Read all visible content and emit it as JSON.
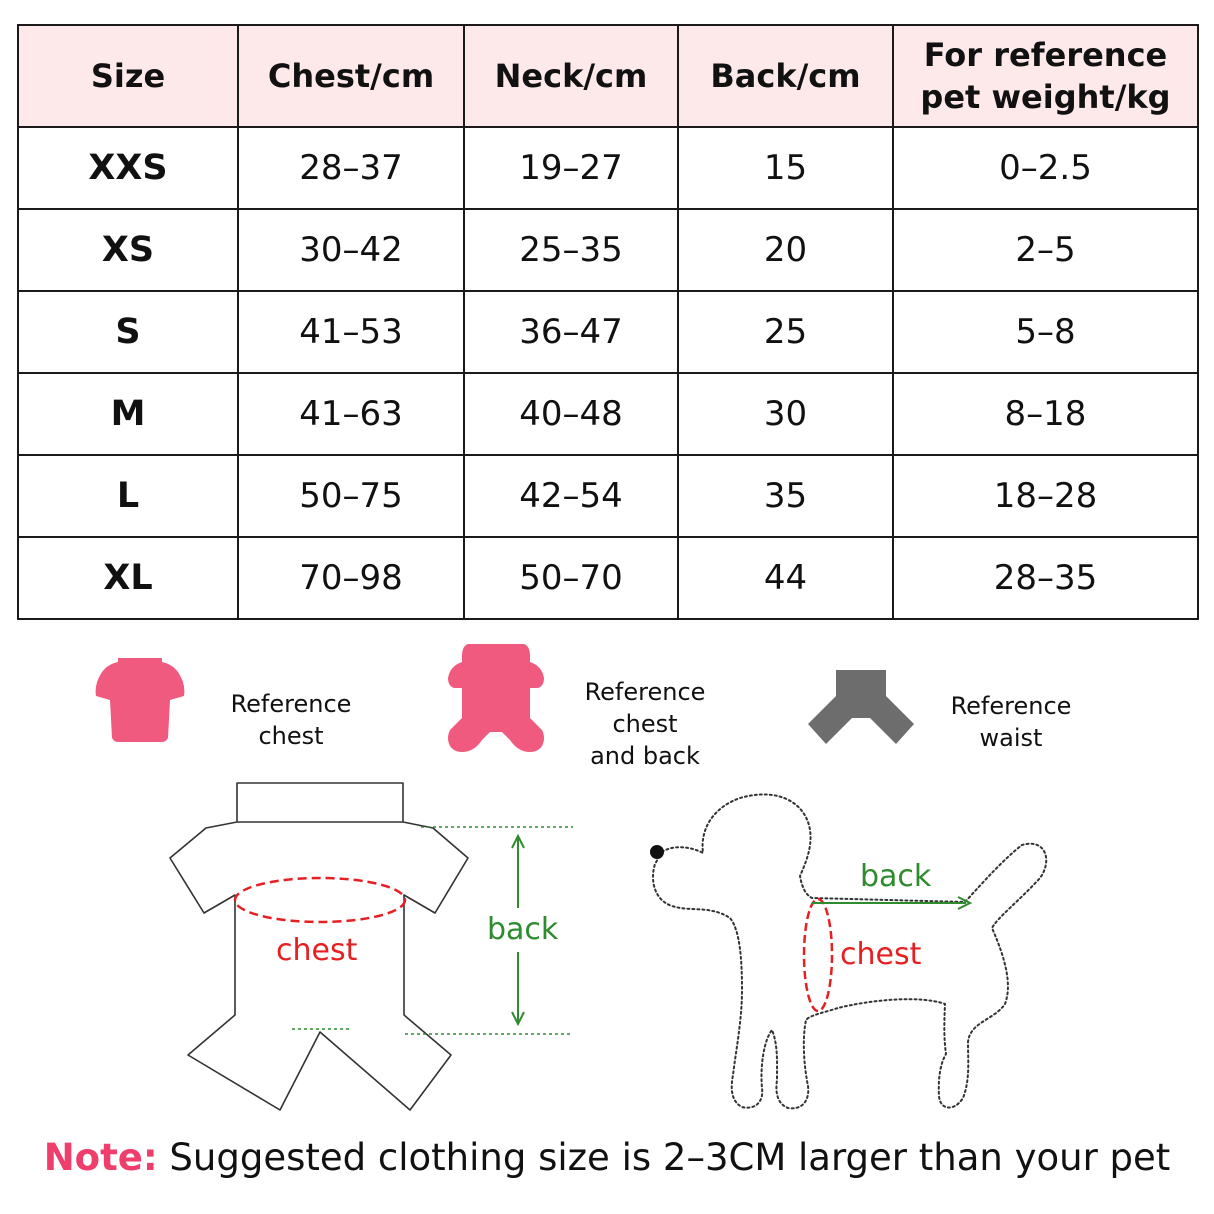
{
  "table": {
    "headers": [
      "Size",
      "Chest/cm",
      "Neck/cm",
      "Back/cm",
      "For reference pet weight/kg"
    ],
    "header_weight_lines": [
      "For reference",
      "pet weight/kg"
    ],
    "rows": [
      [
        "XXS",
        "28–37",
        "19–27",
        "15",
        "0–2.5"
      ],
      [
        "XS",
        "30–42",
        "25–35",
        "20",
        "2–5"
      ],
      [
        "S",
        "41–53",
        "36–47",
        "25",
        "5–8"
      ],
      [
        "M",
        "41–63",
        "40–48",
        "30",
        "8–18"
      ],
      [
        "L",
        "50–75",
        "42–54",
        "35",
        "18–28"
      ],
      [
        "XL",
        "70–98",
        "50–70",
        "44",
        "28–35"
      ]
    ]
  },
  "legend": {
    "chest_label": "Reference chest",
    "chest_back_label_lines": [
      "Reference chest",
      "and back"
    ],
    "waist_label": "Reference waist",
    "chest_icon": "pink-tshirt-icon",
    "chest_back_icon": "pink-jumpsuit-icon",
    "waist_icon": "gray-waist-icon"
  },
  "diagram": {
    "garment_chest_label": "chest",
    "garment_back_label": "back",
    "dog_back_label": "back",
    "dog_chest_label": "chest"
  },
  "note": {
    "label": "Note:",
    "text": " Suggested clothing size is 2–3CM larger than your pet"
  },
  "colors": {
    "header_bg": "#fde9ea",
    "pink": "#f05a7e",
    "gray": "#6d6d6d",
    "red": "#e51f22",
    "green": "#2e8b2e",
    "note_pink": "#ef3d6c"
  }
}
